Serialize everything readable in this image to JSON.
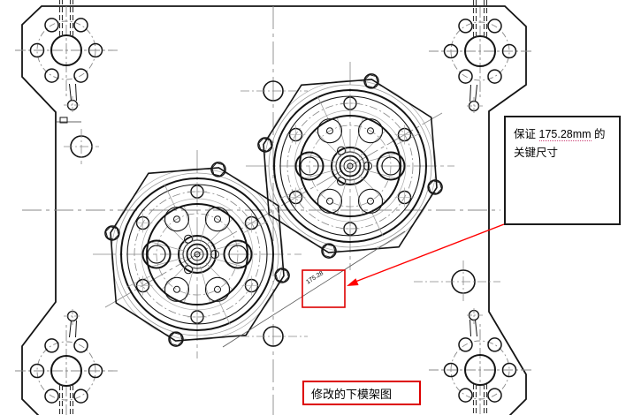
{
  "callout": {
    "prefix": "保证",
    "dimension": "175.28mm",
    "suffix": "的",
    "line2": "关键尺寸"
  },
  "label": {
    "text": "修改的下模架图"
  },
  "dimension_text": "175.28",
  "colors": {
    "accent_red": "#dd0000",
    "leader_red": "#ff0000",
    "line_black": "#141414",
    "centerline_gray": "#888888"
  }
}
